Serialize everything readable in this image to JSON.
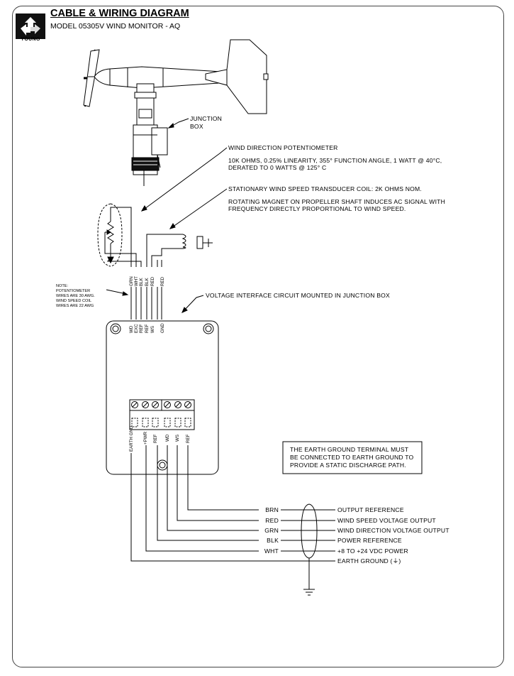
{
  "header": {
    "title": "CABLE & WIRING DIAGRAM",
    "subtitle": "MODEL 05305V  WIND MONITOR - AQ",
    "logo_text": "YOUNG"
  },
  "callouts": {
    "junction_box": [
      "JUNCTION",
      "BOX"
    ],
    "potentiometer_title": "WIND DIRECTION POTENTIOMETER",
    "potentiometer_spec": [
      "10K OHMS, 0.25% LINEARITY, 355° FUNCTION ANGLE, 1 WATT @ 40°C,",
      "DERATED TO 0 WATTS @ 125° C"
    ],
    "transducer_title": "STATIONARY WIND SPEED TRANSDUCER COIL: 2K OHMS NOM.",
    "transducer_spec": [
      "ROTATING MAGNET ON PROPELLER SHAFT INDUCES AC SIGNAL WITH",
      "FREQUENCY DIRECTLY PROPORTIONAL TO WIND SPEED."
    ],
    "interface_circuit": "VOLTAGE INTERFACE CIRCUIT MOUNTED IN JUNCTION BOX"
  },
  "note": [
    "NOTE:",
    "POTENTIOMETER",
    "WIRES ARE 30 AWG.",
    "WIND SPEED COIL",
    "WIRES ARE 22 AWG"
  ],
  "sensor_wires": [
    "GRN",
    "WHT",
    "BLK",
    "BLK",
    "RED",
    "RED"
  ],
  "board_input_terminals": [
    "WD",
    "EXC",
    "REF",
    "REF",
    "WS",
    "GND"
  ],
  "board_output_terminals": [
    "EARTH GND",
    "+PWR",
    "REF",
    "WD",
    "WS",
    "REF"
  ],
  "earth_ground_note": [
    "THE EARTH GROUND TERMINAL MUST",
    "BE CONNECTED TO EARTH GROUND TO",
    "PROVIDE A STATIC DISCHARGE PATH."
  ],
  "cable_connections": [
    {
      "color": "BRN",
      "function": "OUTPUT REFERENCE"
    },
    {
      "color": "RED",
      "function": "WIND SPEED VOLTAGE OUTPUT"
    },
    {
      "color": "GRN",
      "function": "WIND DIRECTION VOLTAGE OUTPUT"
    },
    {
      "color": "BLK",
      "function": "POWER REFERENCE"
    },
    {
      "color": "WHT",
      "function": "+8 TO +24 VDC POWER"
    },
    {
      "color": "",
      "function": "EARTH GROUND (⏚)"
    }
  ]
}
